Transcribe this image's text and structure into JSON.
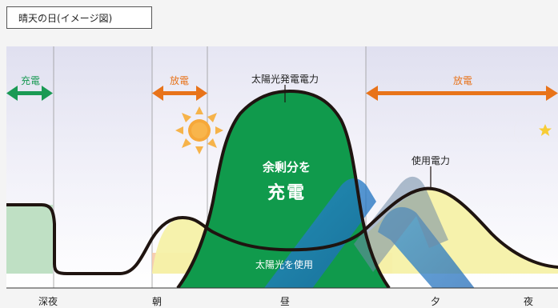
{
  "title": "晴天の日(イメージ図)",
  "periods": {
    "charge": "充電",
    "discharge_morning": "放電",
    "discharge_evening": "放電"
  },
  "labels": {
    "solar_generation": "太陽光発電電力",
    "consumption": "使用電力",
    "surplus_line1": "余剰分を",
    "surplus_line2": "充電",
    "self_use": "太陽光を使用"
  },
  "time_axis": [
    "深夜",
    "朝",
    "昼",
    "夕",
    "夜"
  ],
  "icons": [
    "sun-icon",
    "moon-icon",
    "star-icon"
  ],
  "colors": {
    "charge": "#1a9a54",
    "discharge": "#e8731a",
    "solar_green": "#109a4c",
    "battery_green": "#bfe0c4",
    "consumption_yellow": "#f6f1a8",
    "self_use_peach": "#f6c9a8",
    "curve": "#1f1410"
  }
}
